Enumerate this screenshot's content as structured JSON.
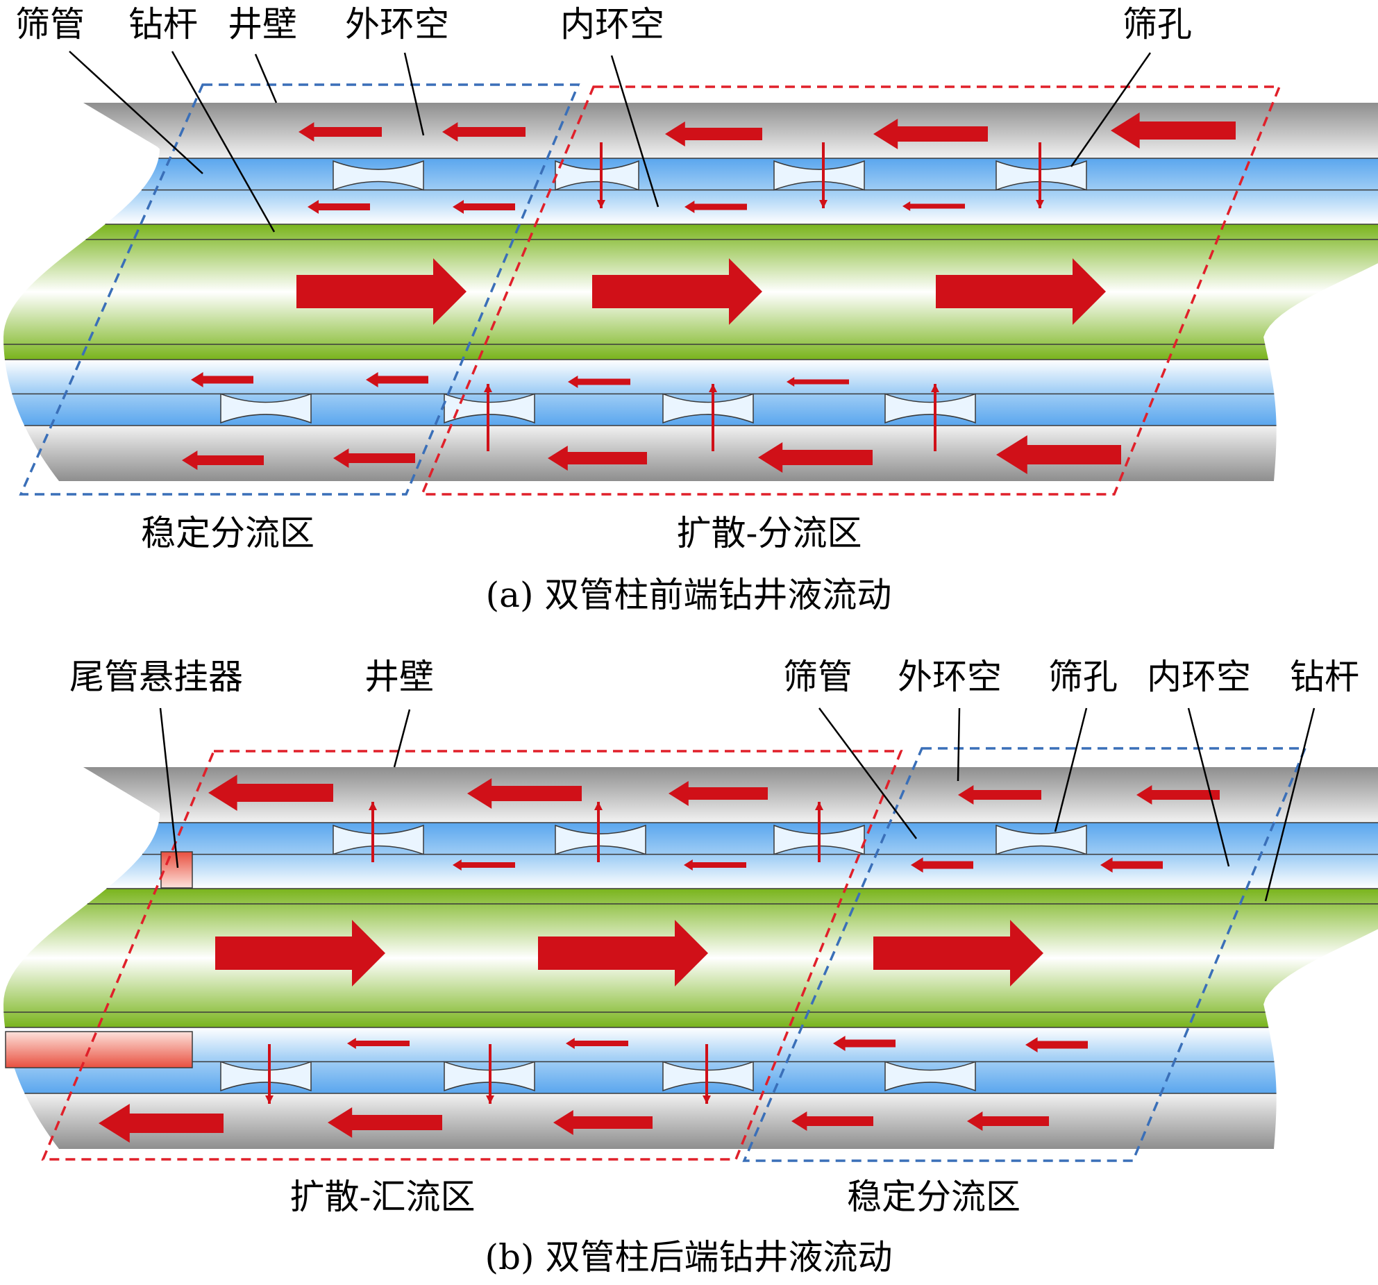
{
  "panel_a": {
    "labels": {
      "screen_pipe": "筛管",
      "drill_pipe": "钻杆",
      "well_wall": "井壁",
      "outer_annulus": "外环空",
      "inner_annulus": "内环空",
      "screen_hole": "筛孔"
    },
    "zones": {
      "stable": "稳定分流区",
      "diffusion": "扩散-分流区"
    },
    "caption": "(a) 双管柱前端钻井液流动"
  },
  "panel_b": {
    "labels": {
      "liner_hanger": "尾管悬挂器",
      "well_wall": "井壁",
      "screen_pipe": "筛管",
      "outer_annulus": "外环空",
      "screen_hole": "筛孔",
      "inner_annulus": "内环空",
      "drill_pipe": "钻杆"
    },
    "zones": {
      "diffusion": "扩散-汇流区",
      "stable": "稳定分流区"
    },
    "caption": "(b) 双管柱后端钻井液流动"
  },
  "colors": {
    "wall_gray": "#9a9a9a",
    "screen_blue": "#6fb1f0",
    "drill_green": "#79b41c",
    "arrow_red": "#d01018",
    "zone_red": "#e0202a",
    "zone_blue": "#3a6fb8",
    "hanger_red": "#ec6a5c"
  }
}
